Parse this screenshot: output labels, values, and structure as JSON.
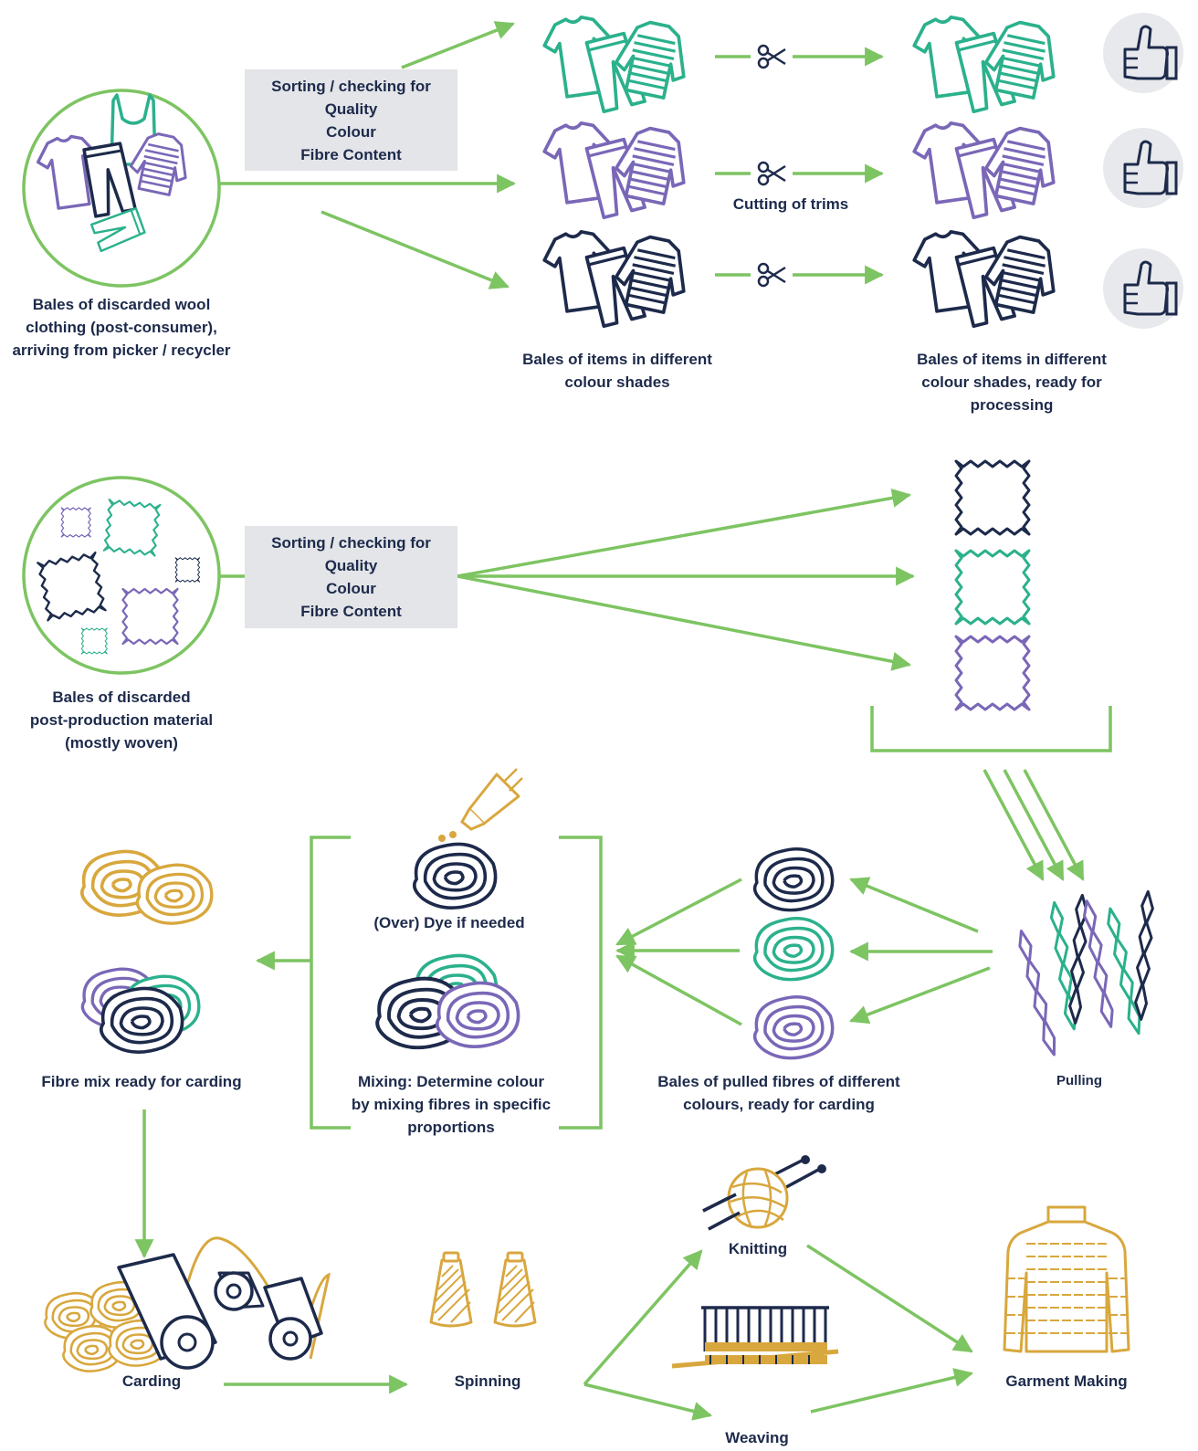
{
  "colors": {
    "arrow": "#7dc462",
    "navy": "#1d2a4b",
    "teal": "#2bb18c",
    "purple": "#7a67b7",
    "gold": "#d8a73d",
    "box_bg": "#e3e5e8",
    "thumb_bg": "#e8e9ec"
  },
  "postconsumer": {
    "source_label": [
      "Bales of discarded wool",
      "clothing (post-consumer),",
      "arriving from picker / recycler"
    ],
    "sort_box": [
      "Sorting / checking for",
      "Quality",
      "Colour",
      "Fibre Content"
    ],
    "trim_label": "Cutting of trims",
    "shades_label": [
      "Bales of items in different",
      "colour shades"
    ],
    "ready_label": [
      "Bales of items in different",
      "colour shades, ready for",
      "processing"
    ]
  },
  "postproduction": {
    "source_label": [
      "Bales of discarded",
      "post-production material",
      "(mostly woven)"
    ],
    "sort_box": [
      "Sorting / checking for",
      "Quality",
      "Colour",
      "Fibre Content"
    ]
  },
  "middle": {
    "pulling_label": "Pulling",
    "pulled_label": [
      "Bales of pulled fibres of different",
      "colours, ready for carding"
    ],
    "dye_label": "(Over) Dye if needed",
    "mixing_label": [
      "Mixing: Determine colour",
      "by mixing fibres in specific",
      "proportions"
    ],
    "fibre_mix_label": "Fibre mix ready for carding"
  },
  "bottom": {
    "carding_label": "Carding",
    "spinning_label": "Spinning",
    "knitting_label": "Knitting",
    "weaving_label": "Weaving",
    "garment_label": "Garment Making"
  },
  "icons": [
    "tshirt-icon",
    "tanktop-icon",
    "trousers-icon",
    "sweater-icon",
    "scissors-icon",
    "thumbs-up-icon",
    "fabric-swatch-icon",
    "fibre-strand-icon",
    "fibre-ball-icon",
    "dye-bottle-icon",
    "carding-roller-icon",
    "yarn-cone-icon",
    "yarn-ball-needles-icon",
    "loom-icon",
    "jumper-icon"
  ]
}
